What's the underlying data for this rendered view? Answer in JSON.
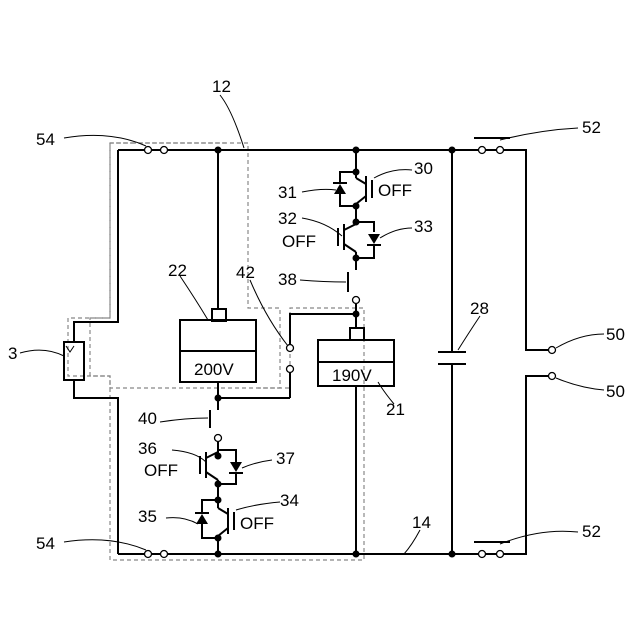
{
  "figure": {
    "labels": {
      "l12": "12",
      "l14": "14",
      "l54a": "54",
      "l54b": "54",
      "l52a": "52",
      "l52b": "52",
      "l50a": "50",
      "l50b": "50",
      "l3": "3",
      "l22": "22",
      "l42": "42",
      "l38": "38",
      "l28": "28",
      "l21": "21",
      "l40": "40",
      "l36": "36",
      "l37": "37",
      "l35": "35",
      "l34": "34",
      "l31": "31",
      "l30": "30",
      "l32": "32",
      "l33": "33"
    },
    "battery_200": "200V",
    "battery_190": "190V",
    "state_30": "OFF",
    "state_32": "OFF",
    "state_36": "OFF",
    "state_34": "OFF"
  }
}
